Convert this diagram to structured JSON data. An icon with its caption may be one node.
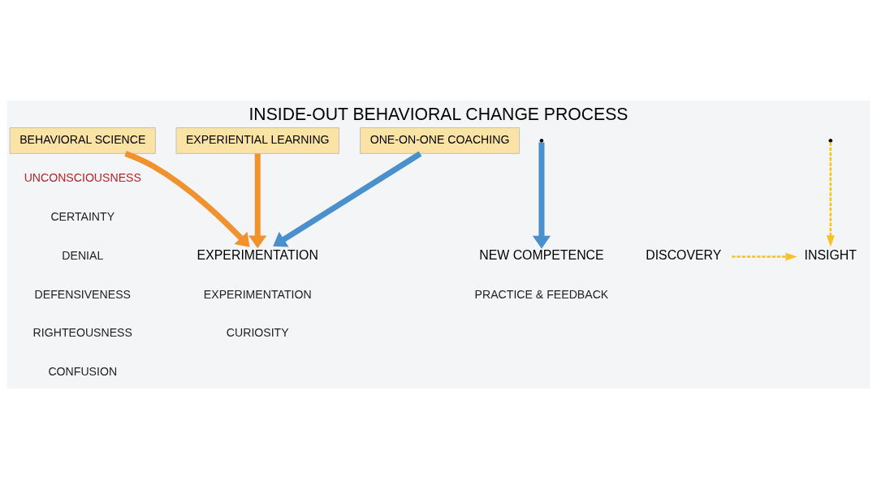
{
  "diagram": {
    "title": "INSIDE-OUT BEHAVIORAL CHANGE PROCESS",
    "nodes": [
      {
        "text": [
          "BEHAVIORAL SCIENCE"
        ]
      },
      {
        "text": [
          "EXPERIENTIAL LEARNING"
        ]
      },
      {
        "text": [
          "ONE-ON-ONE COACHING"
        ]
      },
      {
        "text": [
          "EXPERIMENTATION"
        ]
      },
      {
        "text": [
          "NEW COMPETENCE"
        ]
      },
      {
        "text": [
          "DISCOVERY"
        ]
      },
      {
        "text": [
          "INSIGHT"
        ]
      }
    ],
    "edges": [
      {
        "from": 0,
        "to": 3,
        "arrow": "to",
        "color": "#f0922e"
      },
      {
        "from": 1,
        "to": 3,
        "arrow": "to",
        "color": "#f0922e"
      },
      {
        "from": 2,
        "to": 3,
        "arrow": "to",
        "color": "#4a90cc"
      },
      {
        "from": null,
        "to": 4,
        "arrow": "to",
        "color": "#4a90cc"
      },
      {
        "from": null,
        "to": 6,
        "arrow": "to",
        "style": "dashed",
        "color": "#f5c22a"
      },
      {
        "from": 5,
        "to": 6,
        "arrow": "to",
        "style": "dashed",
        "color": "#f5c22a"
      }
    ],
    "labels": [
      "UNCONSCIOUSNESS",
      "CERTAINTY",
      "DENIAL",
      "DEFENSIVENESS",
      "RIGHTEOUSNESS",
      "CONFUSION",
      "CURIOSITY",
      "EXPERIMENTATION",
      "PRACTICE & FEEDBACK"
    ]
  }
}
